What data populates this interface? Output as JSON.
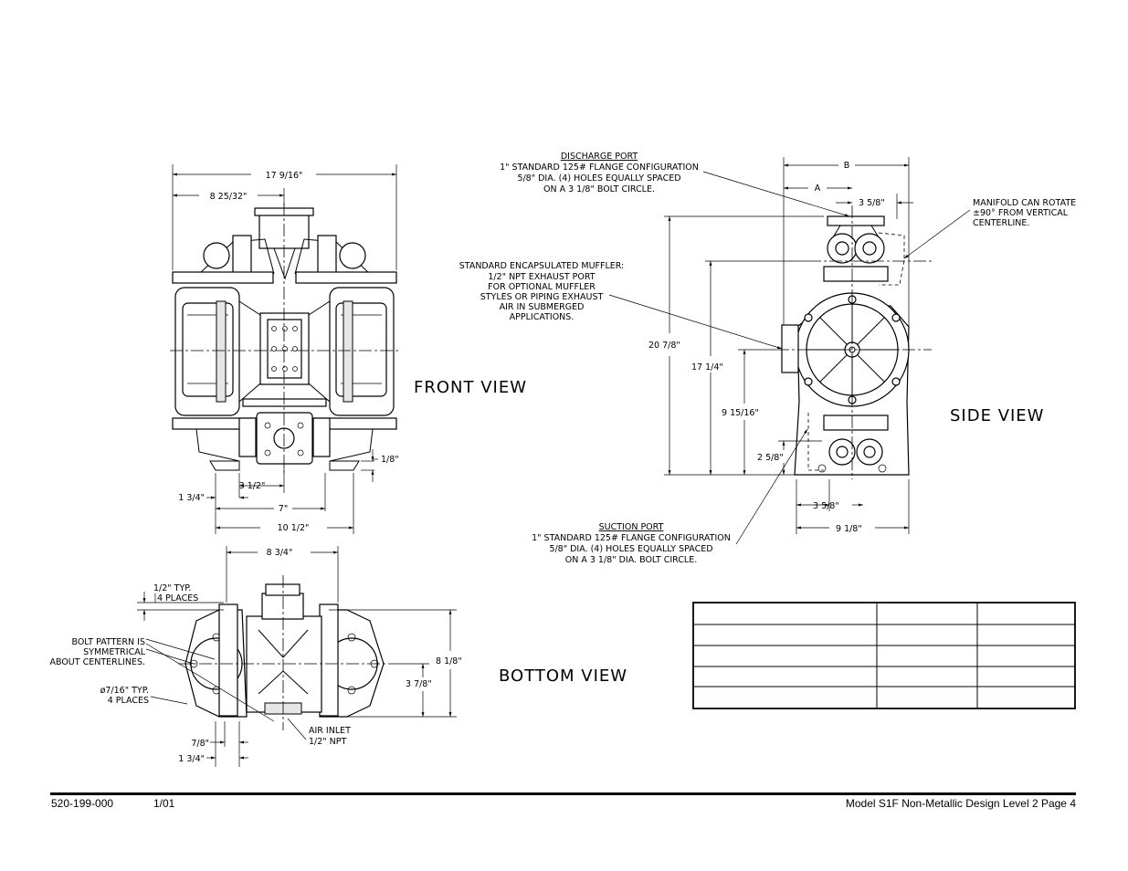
{
  "front_view": {
    "title": "FRONT VIEW",
    "dim_overall_width": "17 9/16\"",
    "dim_half_width": "8 25/32\"",
    "dim_base_offset": "1 3/4\"",
    "dim_port_offset": "3 1/2\"",
    "dim_base_inner": "7\"",
    "dim_base_outer": "10 1/2\"",
    "dim_foot": "1/8\""
  },
  "side_view": {
    "title": "SIDE VIEW",
    "dim_b": "B",
    "dim_a": "A",
    "dim_top_offset": "3 5/8\"",
    "dim_height_total": "20 7/8\"",
    "dim_height_upper": "17 1/4\"",
    "dim_height_center": "9 15/16\"",
    "dim_height_lower": "2 5/8\"",
    "dim_base_offset": "3 5/8\"",
    "dim_base_width": "9 1/8\""
  },
  "bottom_view": {
    "title": "BOTTOM VIEW",
    "dim_width": "8 3/4\"",
    "dim_depth": "8 1/8\"",
    "dim_half_depth": "3 7/8\"",
    "dim_foot_inner": "7/8\"",
    "dim_foot_outer": "1 3/4\""
  },
  "notes": {
    "discharge_title": "DISCHARGE PORT",
    "discharge_lines": [
      "1\" STANDARD 125# FLANGE CONFIGURATION",
      "5/8\" DIA. (4) HOLES EQUALLY SPACED",
      "ON A 3 1/8\" BOLT CIRCLE."
    ],
    "manifold_lines": [
      "MANIFOLD CAN ROTATE",
      "±90° FROM VERTICAL",
      "CENTERLINE."
    ],
    "muffler_lines": [
      "STANDARD ENCAPSULATED MUFFLER:",
      "1/2\" NPT EXHAUST PORT",
      "FOR OPTIONAL MUFFLER",
      "STYLES OR PIPING EXHAUST",
      "AIR IN SUBMERGED",
      "APPLICATIONS."
    ],
    "suction_title": "SUCTION PORT",
    "suction_lines": [
      "1\" STANDARD 125# FLANGE CONFIGURATION",
      "5/8\" DIA. (4) HOLES EQUALLY SPACED",
      "ON A 3 1/8\" DIA. BOLT CIRCLE."
    ],
    "typ_lines": [
      "1/2\" TYP.",
      "4 PLACES"
    ],
    "bolt_lines": [
      "BOLT PATTERN IS",
      "SYMMETRICAL",
      "ABOUT CENTERLINES."
    ],
    "hole_lines": [
      "ø7/16\" TYP.",
      "4 PLACES"
    ],
    "air_lines": [
      "AIR INLET",
      "1/2\" NPT"
    ]
  },
  "footer": {
    "part_number": "520-199-000",
    "date": "1/01",
    "model_page": "Model S1F Non-Metallic Design Level 2 Page 4"
  }
}
